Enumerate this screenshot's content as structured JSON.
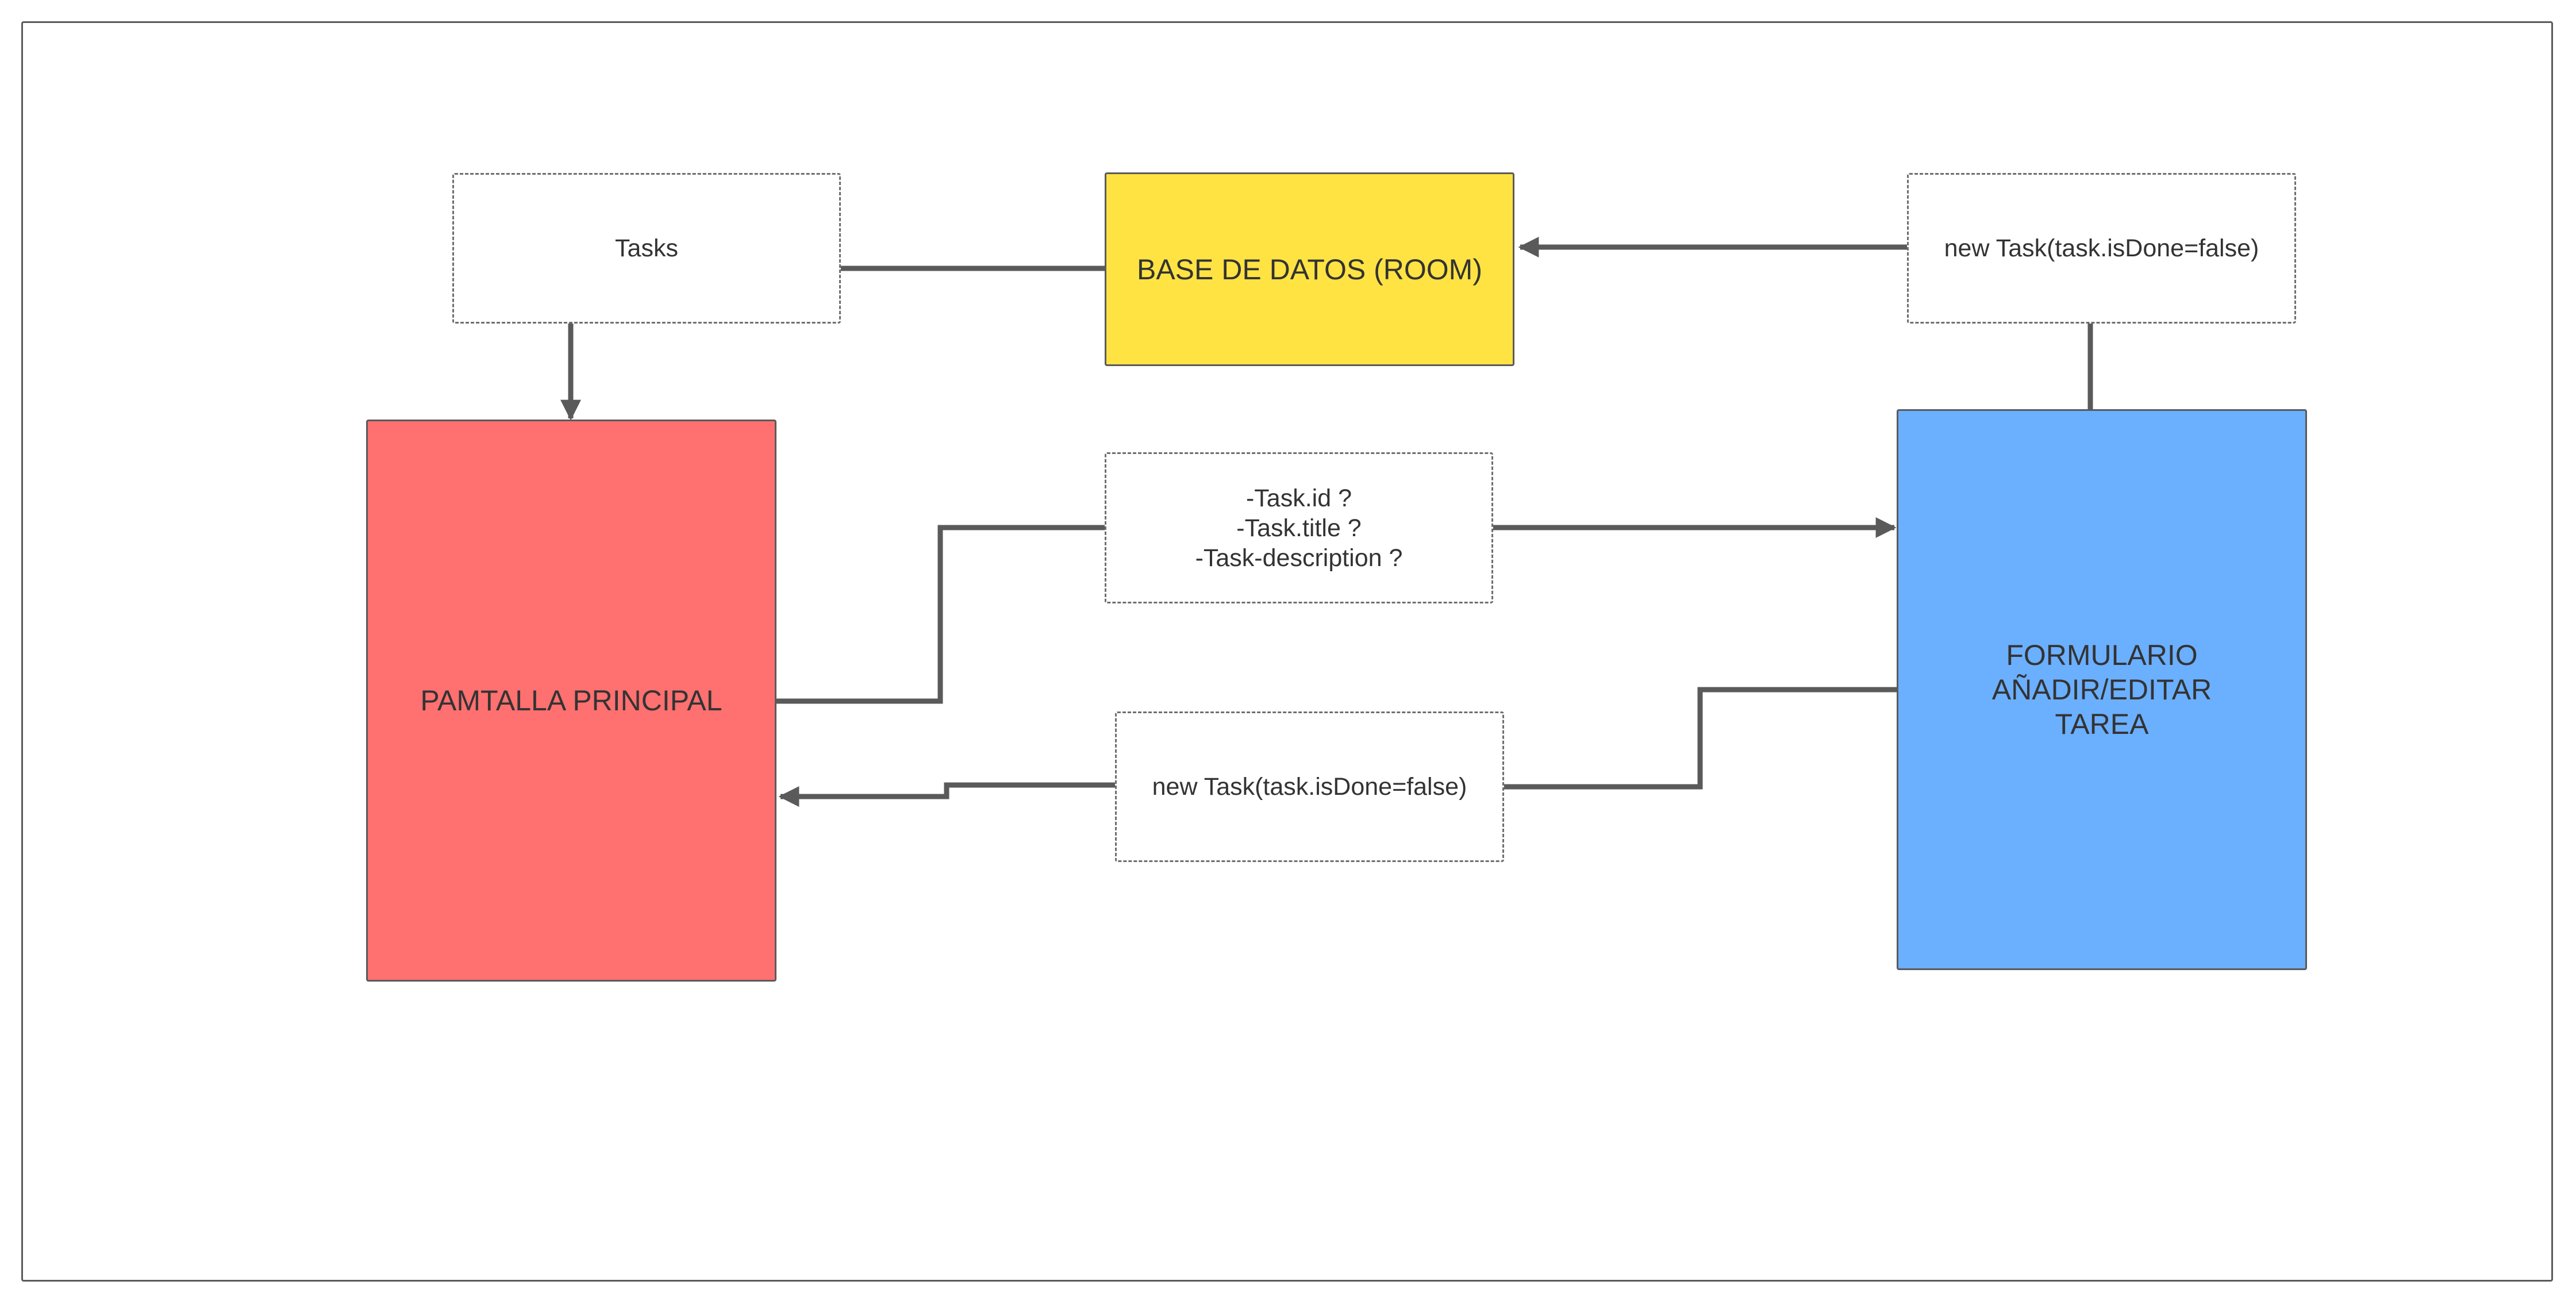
{
  "nodes": {
    "tasks": {
      "label": "Tasks"
    },
    "database": {
      "label": "BASE DE DATOS (ROOM)",
      "color": "#FFE343"
    },
    "new_task_top": {
      "label": "new Task(task.isDone=false)"
    },
    "main_screen": {
      "label": "PAMTALLA PRINCIPAL",
      "color": "#FF7070"
    },
    "task_params": {
      "label": "-Task.id ?\n-Task.title ?\n-Task-description ?"
    },
    "form": {
      "label": "FORMULARIO\nAÑADIR/EDITAR\nTAREA",
      "color": "#6BAFFF"
    },
    "new_task_bottom": {
      "label": "new Task(task.isDone=false)"
    }
  },
  "line_color": "#5a5a5a"
}
